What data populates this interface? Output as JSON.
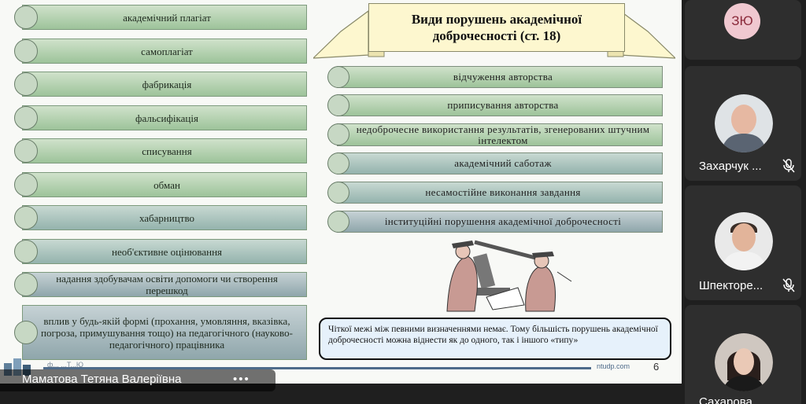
{
  "slide": {
    "title": "Види порушень академічної доброчесності (ст. 18)",
    "left_items": [
      "академічний плагіат",
      "самоплагіат",
      "фабрикація",
      "фальсифікація",
      "списування",
      "обман",
      "хабарництво",
      "необ'єктивне оцінювання",
      "надання здобувачам освіти допомоги чи створення перешкод",
      "вплив у будь-якій формі (прохання, умовляння, вказівка, погроза, примушування тощо) на педагогічного (науково-педагогічного) працівника"
    ],
    "right_items": [
      "відчуження авторства",
      "приписування авторства",
      "недоброчесне використання результатів, згенерованих штучним інтелектом",
      "академічний саботаж",
      "несамостійне виконання завдання",
      "інституційні порушення академічної доброчесності"
    ],
    "callout": "Чіткої межі між певними визначеннями немає. Тому більшість порушень академічної доброчесності можна віднести як до одного, так і іншого «типу»",
    "footer_url": "ntudp.com",
    "page_number": "6",
    "footer_text": "ф... ...Т...Ю"
  },
  "participants": [
    {
      "initials": "ЗЮ",
      "avatar_color": "#f0c8d0",
      "initials_color": "#8a2a3a"
    },
    {
      "name": "Захарчук ..."
    },
    {
      "name": "Шпекторе..."
    },
    {
      "name": "Сахарова"
    }
  ],
  "presenter": {
    "name": "Маматова Тетяна Валеріївна",
    "more": "•••"
  },
  "colors": {
    "accent": "#4e6b8a",
    "tile_bg": "#2e2e2e"
  }
}
